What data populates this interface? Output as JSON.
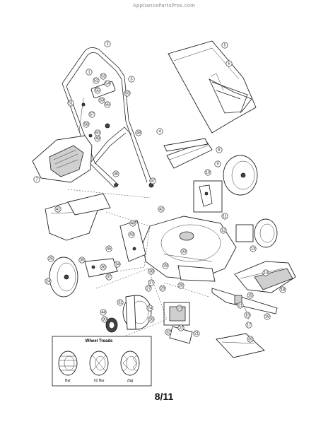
{
  "watermark": "AppliancePartsPros.com",
  "page_number": "8/11",
  "wheel_treads": {
    "title": "Wheel Treads",
    "labels": [
      "Bar",
      "X2 Bar",
      "Zag"
    ]
  },
  "callouts": [
    "1",
    "2",
    "3",
    "4",
    "5",
    "6",
    "7",
    "8",
    "9",
    "10",
    "11",
    "12",
    "13",
    "14",
    "15",
    "16",
    "17",
    "18",
    "19",
    "20",
    "21",
    "21",
    "22",
    "23",
    "24",
    "24",
    "25",
    "26",
    "27",
    "27",
    "28",
    "29",
    "30",
    "31",
    "32",
    "33",
    "34",
    "35",
    "36",
    "37",
    "38",
    "39",
    "40",
    "41",
    "42",
    "43",
    "44",
    "45",
    "46",
    "47",
    "48",
    "49",
    "50",
    "51",
    "52",
    "53",
    "54",
    "55",
    "56",
    "57",
    "58",
    "59",
    "60"
  ]
}
